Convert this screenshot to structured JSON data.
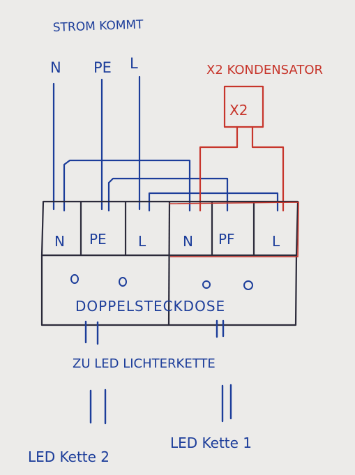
{
  "header": {
    "title": "STROM KOMMT"
  },
  "mains": {
    "n": "N",
    "pe": "PE",
    "l": "L"
  },
  "capacitor": {
    "title": "X2 KONDENSATOR",
    "label": "X2"
  },
  "terminals": {
    "left": [
      "N",
      "PE",
      "L"
    ],
    "right": [
      "N",
      "PF",
      "L"
    ]
  },
  "socket": {
    "label": "DOPPELSTECKDOSE"
  },
  "note": {
    "label": "ZU LED LICHTERKETTE"
  },
  "chains": {
    "left": "LED Kette 2",
    "right": "LED Kette 1"
  },
  "colors": {
    "blue": "#1c3d9a",
    "red": "#c7352b",
    "dark": "#2b2a3a",
    "paper": "#ecebe9"
  }
}
